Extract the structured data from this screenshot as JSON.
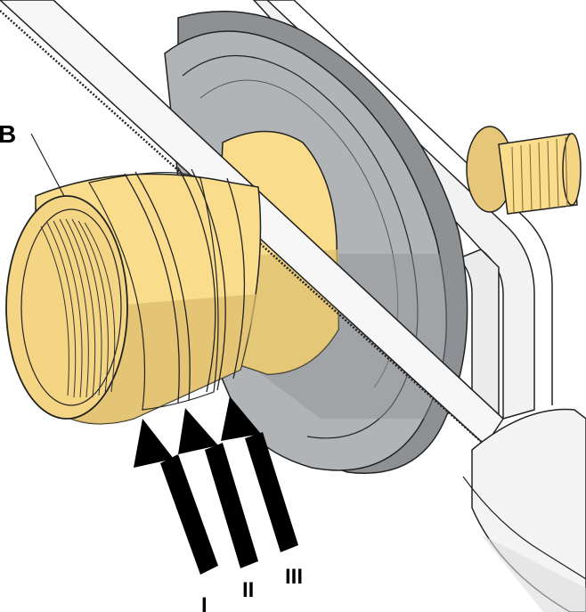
{
  "labels": {
    "part_b": "B",
    "cut_1": "I",
    "cut_2": "II",
    "cut_3": "III"
  },
  "colors": {
    "brass_light": "#f9dc8c",
    "brass_mid": "#e6c678",
    "brass_shadow": "#dcbd6e",
    "steel_light": "#b1b4b6",
    "steel_dark": "#8d9194",
    "frame_fill": "#f2f2f2",
    "arrow": "#000000"
  },
  "icons": {
    "saw": "hacksaw-illustration",
    "cut_marker": "arrow-up-right"
  }
}
